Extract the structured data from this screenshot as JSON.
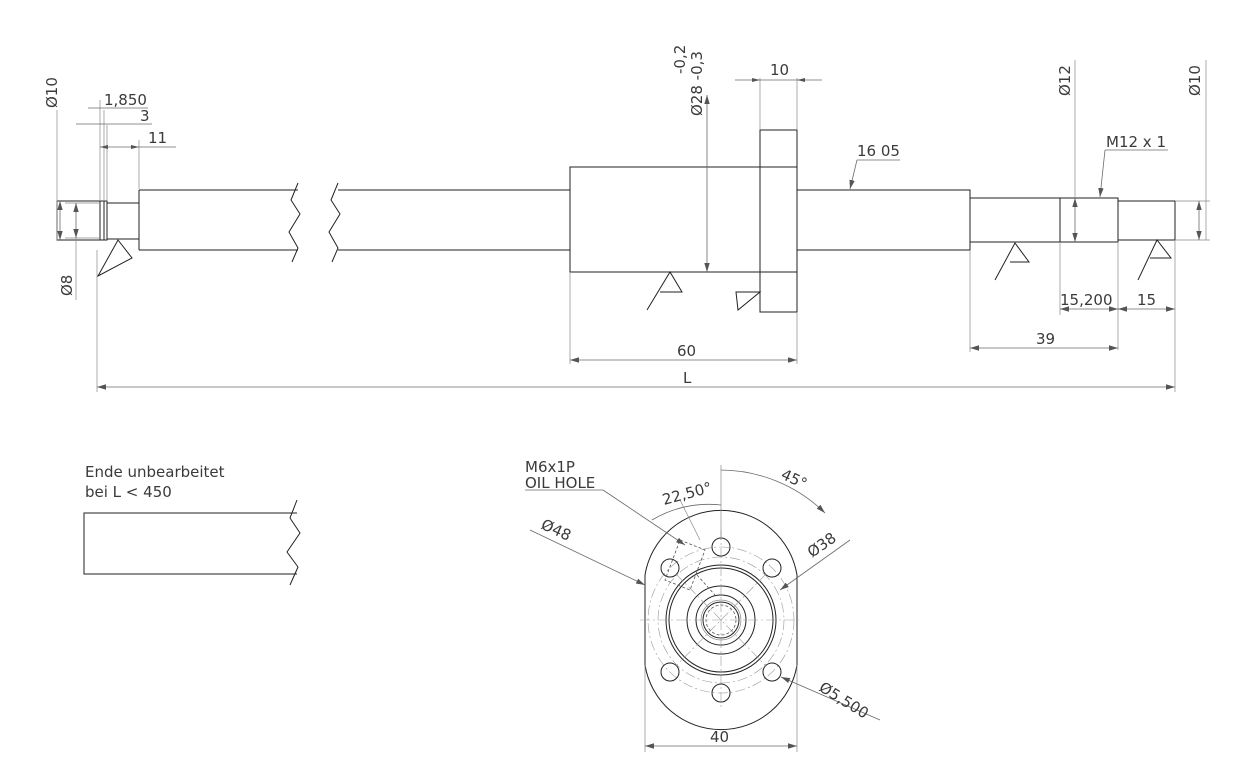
{
  "labels": {
    "dia10_left": "Ø10",
    "d_1850": "1,850",
    "d_3": "3",
    "d_11": "11",
    "dia8": "Ø8",
    "tol_02": "-0,2",
    "tol_dia28": "Ø28 -0,3",
    "d_10": "10",
    "callout_1605": "16 05",
    "dia12": "Ø12",
    "dia10_right": "Ø10",
    "thread": "M12 x 1",
    "d_15200": "15,200",
    "d_15": "15",
    "d_39": "39",
    "d_60": "60",
    "d_L": "L",
    "note_line1": "Ende unbearbeitet",
    "note_line2": "bei L < 450",
    "oil_line1": "M6x1P",
    "oil_line2": "OIL HOLE",
    "ang_2250": "22,50°",
    "ang_45": "45°",
    "dia48": "Ø48",
    "dia38": "Ø38",
    "dia5500": "Ø5,500",
    "d_40": "40"
  }
}
